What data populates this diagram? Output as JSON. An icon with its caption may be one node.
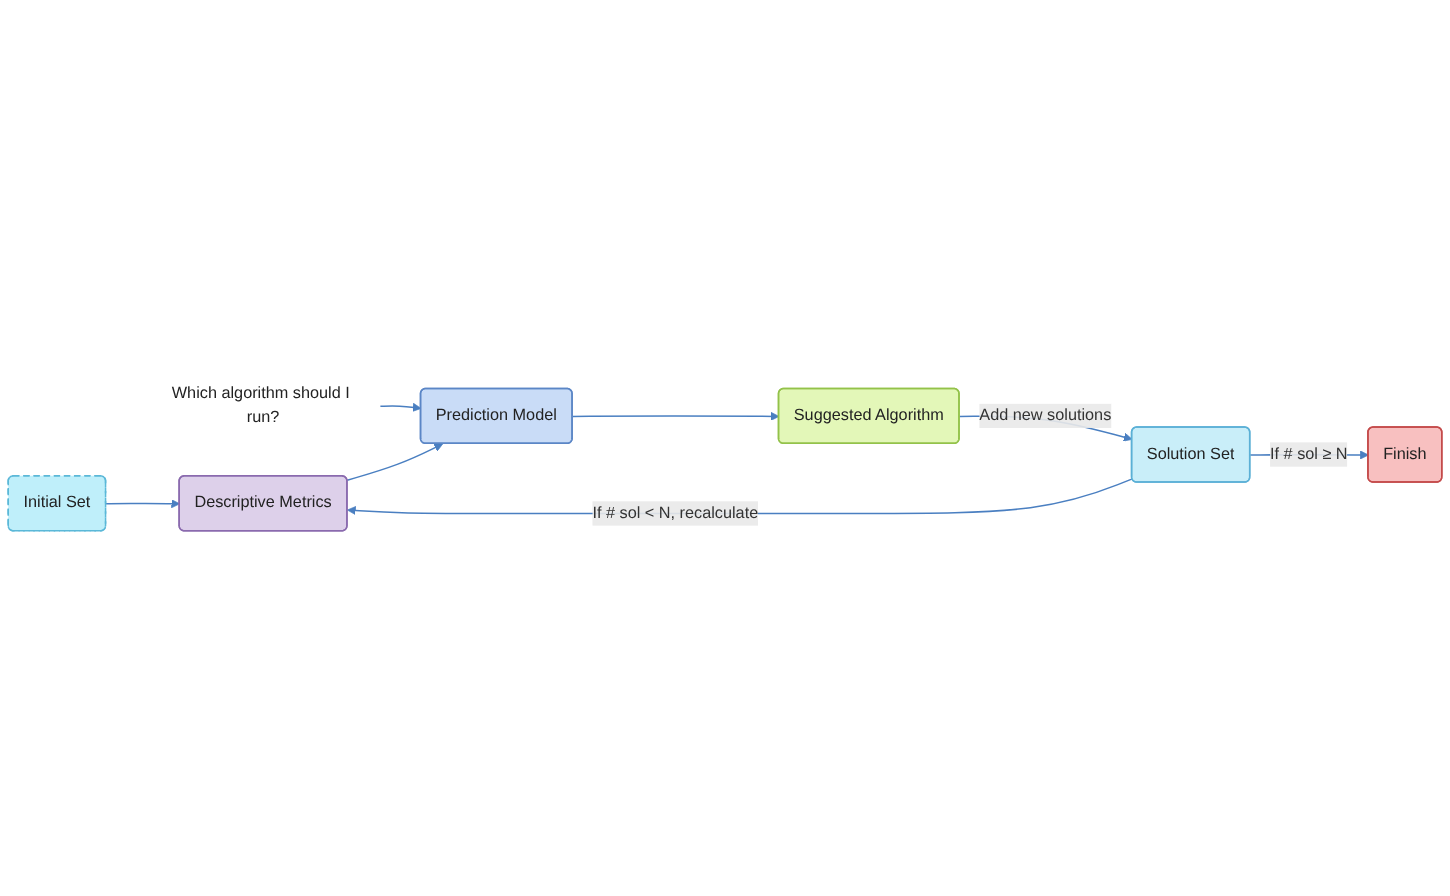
{
  "diagram": {
    "nodes": [
      {
        "text": [
          "Initial Set"
        ]
      },
      {
        "text": [
          "Which algorithm should I run?"
        ]
      },
      {
        "text": [
          "Descriptive Metrics"
        ]
      },
      {
        "text": [
          "Prediction Model"
        ]
      },
      {
        "text": [
          "Suggested Algorithm"
        ]
      },
      {
        "text": [
          "Solution Set"
        ]
      },
      {
        "text": [
          "Finish"
        ]
      }
    ],
    "edges": [
      {
        "from": 0,
        "to": 2,
        "arrow": "to"
      },
      {
        "from": 1,
        "to": 3,
        "arrow": "to"
      },
      {
        "from": 2,
        "to": 3,
        "arrow": "to"
      },
      {
        "from": 3,
        "to": 4,
        "arrow": "to"
      },
      {
        "from": 4,
        "to": 5,
        "arrow": "to",
        "label": "Add new solutions"
      },
      {
        "from": 5,
        "to": 2,
        "arrow": "to",
        "label": "If # sol < N, recalculate"
      },
      {
        "from": 5,
        "to": 6,
        "arrow": "to",
        "label": "If # sol ≥ N"
      }
    ]
  }
}
